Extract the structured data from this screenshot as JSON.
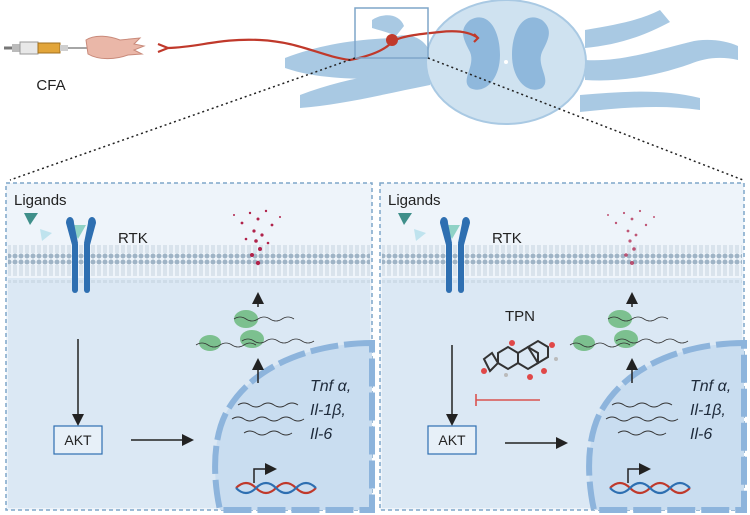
{
  "top": {
    "injection_label": "CFA"
  },
  "panels": [
    {
      "ligands_label": "Ligands",
      "receptor_label": "RTK",
      "akt_label": "AKT",
      "genes": [
        "Tnf α,",
        "Il-1β,",
        "Il-6"
      ],
      "inhibitor_label": ""
    },
    {
      "ligands_label": "Ligands",
      "receptor_label": "RTK",
      "akt_label": "AKT",
      "genes": [
        "Tnf α,",
        "Il-1β,",
        "Il-6"
      ],
      "inhibitor_label": "TPN"
    }
  ],
  "colors": {
    "nerve": "#a9c9e3",
    "spinal_cord": "#cfe2f0",
    "grey_matter": "#8fb8dc",
    "neuron": "#c0392b",
    "receptor": "#2e6fb1",
    "ligand": "#6fb5b0",
    "membrane_head": "#9fb4c6",
    "cell_bg": "#e7f0f8",
    "nucleus": "#c9ddf0",
    "nucleus_edge": "#8db4dc",
    "protein": "#7cc08f",
    "cytokine": "#b0224a",
    "inhibition": "#d9534f"
  }
}
